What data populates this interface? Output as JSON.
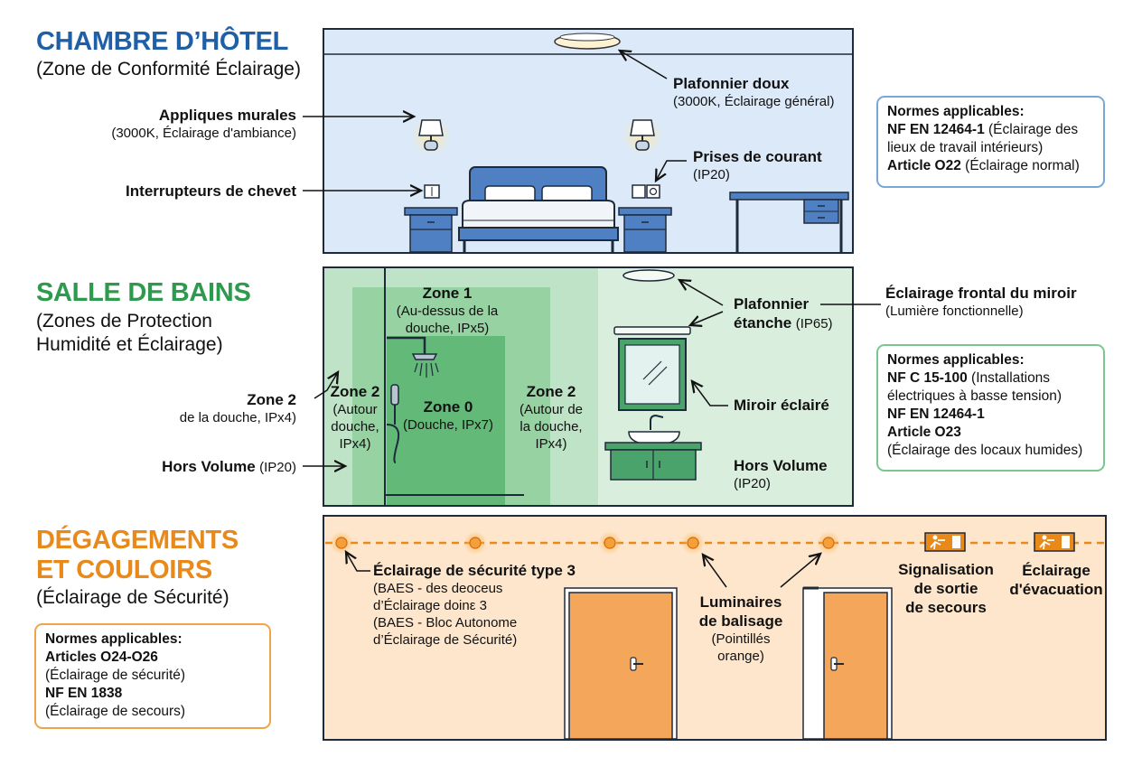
{
  "colors": {
    "hotel_accent": "#1f5fa8",
    "bath_accent": "#2e9a4e",
    "corridor_accent": "#e8891a",
    "hotel_bg": "#dce9f8",
    "bath_bg": "#d9eedd",
    "corridor_bg": "#fde6cc"
  },
  "hotel": {
    "title": "CHAMBRE D’HÔTEL",
    "subtitle": "(Zone de Conformité Éclairage)",
    "appliques": {
      "title": "Appliques murales",
      "desc": "(3000K, Éclairage d'ambiance)"
    },
    "interrupteurs": {
      "title": "Interrupteurs de chevet"
    },
    "plafonnier": {
      "title": "Plafonnier doux",
      "desc": "(3000K, Éclairage général)"
    },
    "prises": {
      "title": "Prises de courant",
      "desc": "(IP20)"
    },
    "normes": {
      "title": "Normes applicables:",
      "lines": [
        {
          "bold": "NF EN 12464-1",
          "text": " (Éclairage des lieux de travail intérieurs)"
        },
        {
          "bold": "Article O22",
          "text": " (Éclairage normal)"
        }
      ]
    }
  },
  "bath": {
    "title": "SALLE DE BAINS",
    "subtitle": "(Zones de Protection\nHumidité et Éclairage)",
    "zone2_left": {
      "title": "Zone 2",
      "desc": "de la douche, IPx4)"
    },
    "hors_volume_left": {
      "title": "Hors Volume",
      "desc": "(IP20)"
    },
    "zone1": {
      "title": "Zone 1",
      "desc": "(Au-dessus de la\ndouche, IPx5)"
    },
    "zone2_in": {
      "title": "Zone 2",
      "desc": "(Autour\ndouche,\nIPx4)"
    },
    "zone0": {
      "title": "Zone 0",
      "desc": "(Douche, IPx7)"
    },
    "zone2_right": {
      "title": "Zone 2",
      "desc": "(Autour de\nla douche,\nIPx4)"
    },
    "plafonnier": {
      "title": "Plafonnier\nétanche",
      "desc": "(IP65)"
    },
    "miroir": {
      "title": "Miroir éclairé"
    },
    "hors_volume_right": {
      "title": "Hors Volume",
      "desc": "(IP20)"
    },
    "frontal": {
      "title": "Éclairage frontal du miroir",
      "desc": "(Lumière fonctionnelle)"
    },
    "normes": {
      "title": "Normes applicables:",
      "lines": [
        {
          "bold": "NF C 15-100",
          "text": " (Installations électriques à basse tension)"
        },
        {
          "bold": "NF EN 12464-1",
          "text": ""
        },
        {
          "bold": "Article O23",
          "text": ""
        },
        {
          "bold": "",
          "text": "(Éclairage des locaux humides)"
        }
      ]
    }
  },
  "corridor": {
    "title": "DÉGAGEMENTS\nET COULOIRS",
    "subtitle": "(Éclairage de Sécurité)",
    "securite": {
      "title": "Éclairage de sécurité type 3",
      "desc": "(BAES - des deoceus\nd’Éclairage doinε 3\n(BAES - Bloc Autonome\nd’Éclairage de Sécurité)"
    },
    "balisage": {
      "title": "Luminaires\nde balisage",
      "desc": "(Pointillés\norange)"
    },
    "signalisation": {
      "title": "Signalisation\nde sortie\nde secours"
    },
    "evacuation": {
      "title": "Éclairage\nd'évacuation"
    },
    "normes": {
      "title": "Normes applicables:",
      "lines": [
        {
          "bold": "Articles O24-O26",
          "text": ""
        },
        {
          "bold": "",
          "text": "(Éclairage de sécurité)"
        },
        {
          "bold": "NF EN 1838",
          "text": ""
        },
        {
          "bold": "",
          "text": "(Éclairage de secours)"
        }
      ]
    }
  }
}
